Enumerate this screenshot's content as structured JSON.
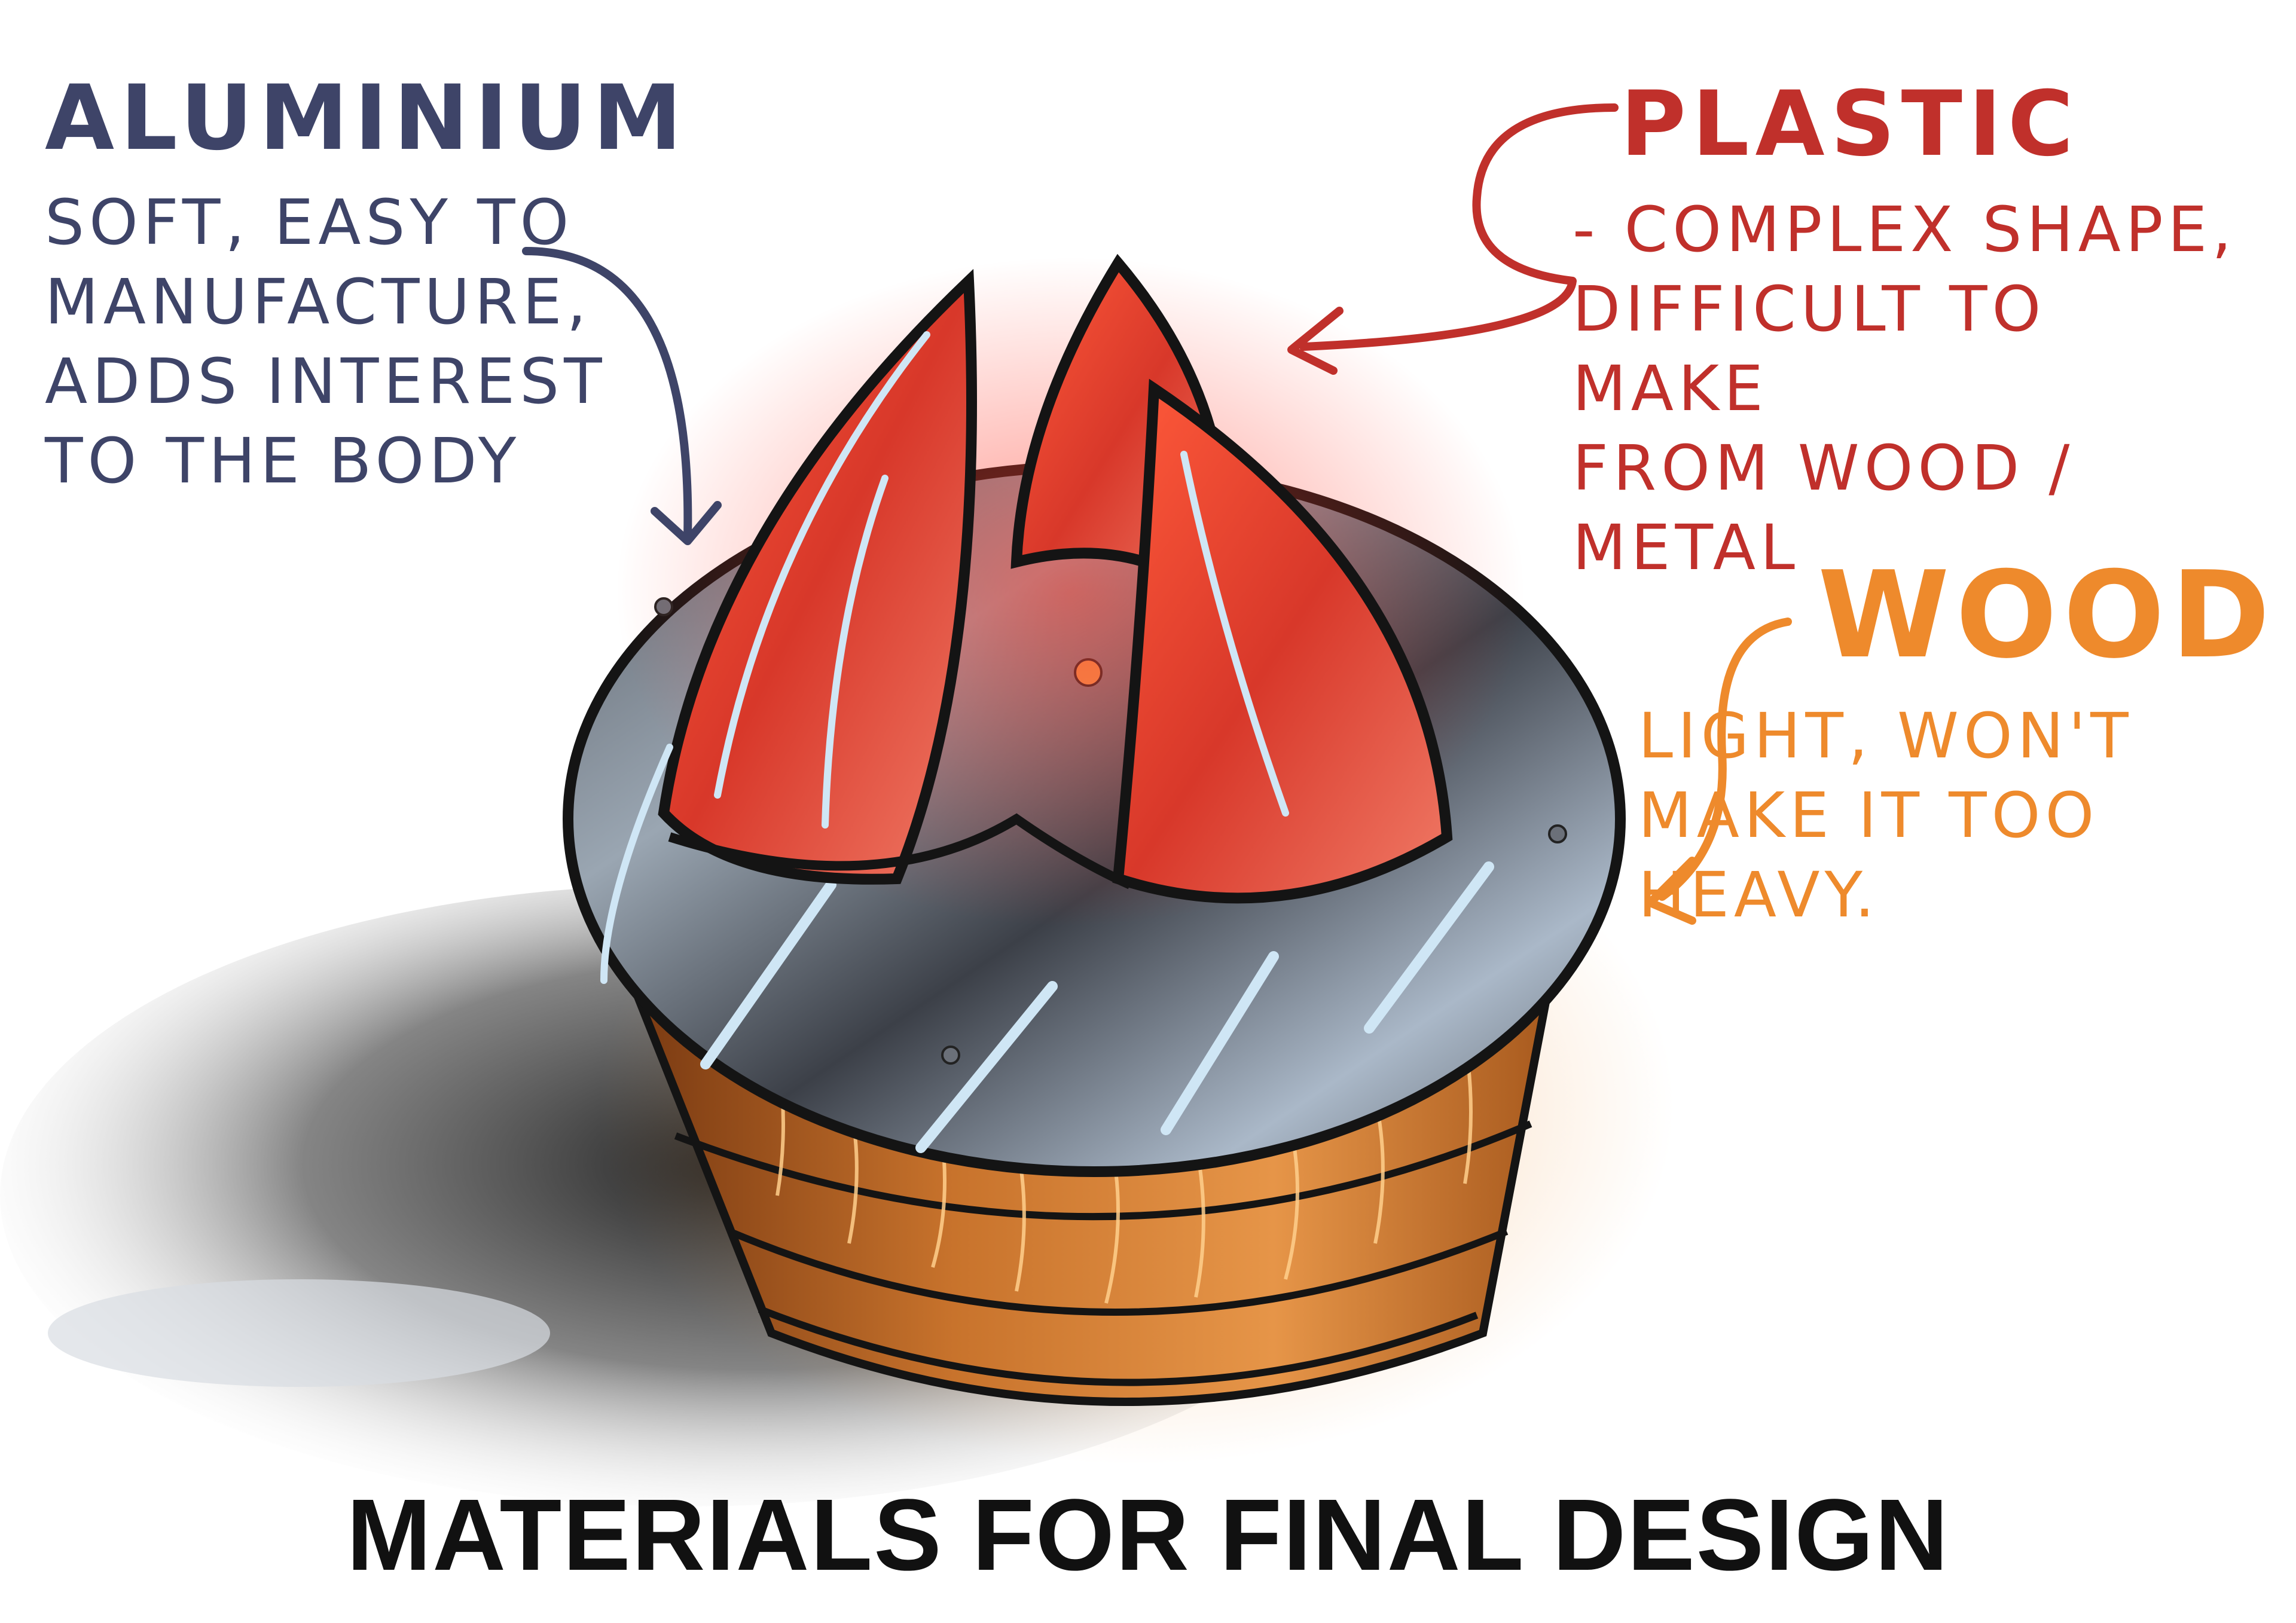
{
  "title": "MATERIALS FOR FINAL DESIGN",
  "annotations": {
    "aluminium": {
      "heading": "ALUMINIUM",
      "lines": [
        "SOFT, EASY TO",
        "MANUFACTURE,",
        "ADDS INTEREST",
        "TO THE BODY"
      ],
      "color": "#3e4468"
    },
    "plastic": {
      "heading": "PLASTIC",
      "lines": [
        "- COMPLEX SHAPE,",
        "DIFFICULT TO MAKE",
        "FROM WOOD / METAL"
      ],
      "color": "#c0302b"
    },
    "wood": {
      "heading": "WOOD",
      "lines": [
        "LIGHT, WON'T",
        "MAKE IT TOO",
        "HEAVY."
      ],
      "color": "#ee8a2c"
    }
  },
  "colors": {
    "fins": "#e0402a",
    "body": "#c8732c",
    "top": "#7d8692",
    "outline": "#141414",
    "highlight": "#cfe6f5"
  },
  "icons": {
    "arrow_aluminium": "curved-arrow-icon",
    "arrow_plastic": "curved-arrow-icon",
    "arrow_wood": "bracket-arrow-icon"
  }
}
